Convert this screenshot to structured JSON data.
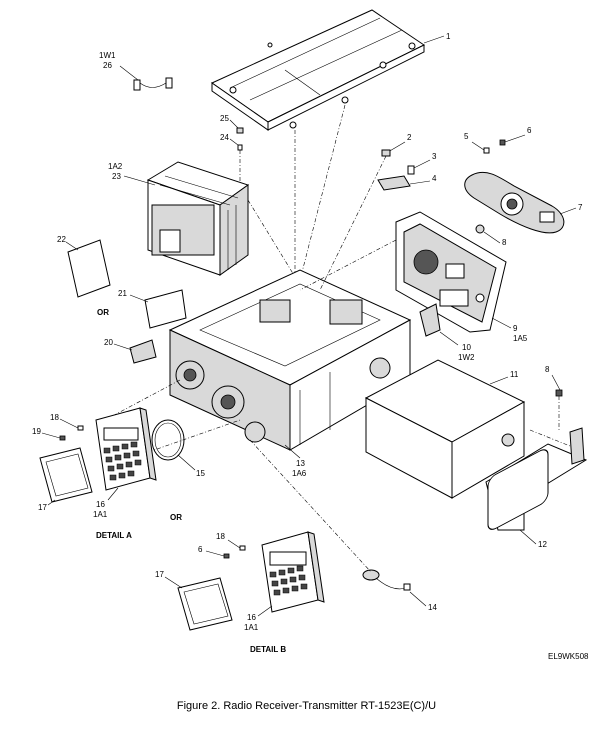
{
  "figure_id": "EL9WK508",
  "caption": "Figure 2. Radio Receiver-Transmitter RT-1523E(C)/U",
  "callouts": {
    "c1": "1",
    "c2": "2",
    "c3": "3",
    "c4": "4",
    "c5": "5",
    "c6": "6",
    "c7": "7",
    "c8a": "8",
    "c8b": "8",
    "c9": "9",
    "c1a5": "1A5",
    "c10": "10",
    "c1w2": "1W2",
    "c11": "11",
    "c12": "12",
    "c13": "13",
    "c1a6": "1A6",
    "c14": "14",
    "c15": "15",
    "c16a": "16",
    "c1a1a": "1A1",
    "c16b": "16",
    "c1a1b": "1A1",
    "c17a": "17",
    "c17b": "17",
    "c18a": "18",
    "c18b": "18",
    "c19": "19",
    "c20": "20",
    "c21": "21",
    "c22": "22",
    "c1a2": "1A2",
    "c23": "23",
    "c24": "24",
    "c25": "25",
    "c1w1": "1W1",
    "c26": "26",
    "c6b": "6"
  },
  "labels": {
    "or1": "OR",
    "or2": "OR",
    "detail_a": "DETAIL A",
    "detail_b": "DETAIL B"
  }
}
